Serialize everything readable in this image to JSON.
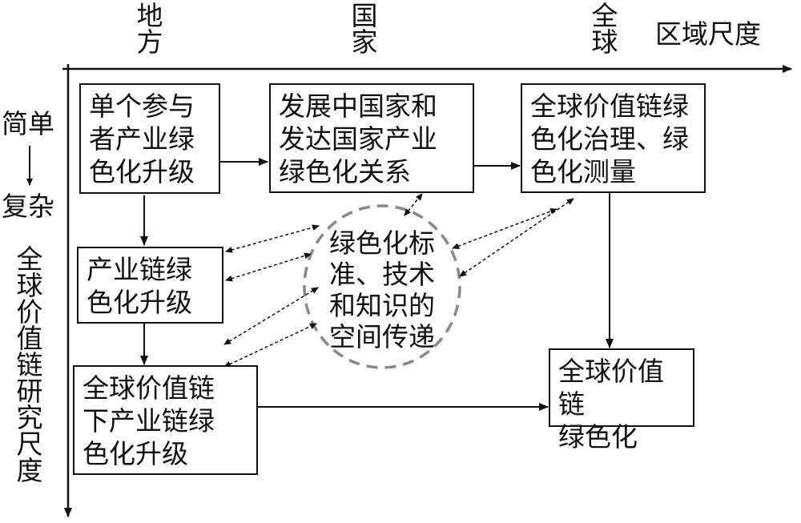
{
  "x_axis": {
    "ticks": [
      "地方",
      "国家",
      "全球"
    ],
    "label": "区域尺度"
  },
  "y_axis": {
    "top": "简单",
    "bottom": "复杂",
    "label": "全球价值链研究尺度"
  },
  "boxes": {
    "single_participant": "单个参与\n者产业绿\n色化升级",
    "developing_developed": "发展中国家和\n发达国家产业\n绿色化关系",
    "global_governance": "全球价值链绿\n色化治理、绿\n色化测量",
    "industry_chain": "产业链绿\n色化升级",
    "gvc_industry_chain": "全球价值链\n下产业链绿\n色化升级",
    "gvc_greening": "全球价值链\n绿色化"
  },
  "center": {
    "text": "绿色化标\n准、技术\n和知识的\n空间传递"
  },
  "colors": {
    "ink": "#111111",
    "dashed_circle": "#888888"
  }
}
